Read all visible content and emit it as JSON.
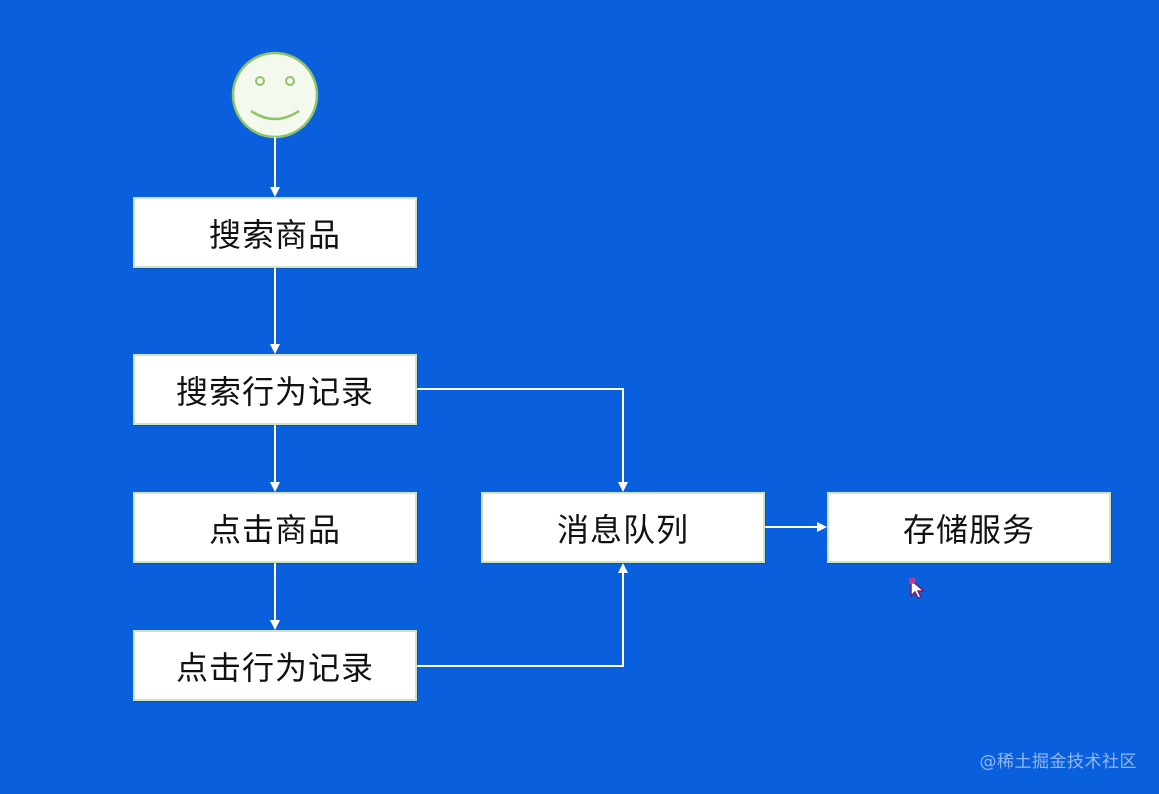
{
  "nodes": {
    "search_product": "搜索商品",
    "search_log": "搜索行为记录",
    "click_product": "点击商品",
    "click_log": "点击行为记录",
    "message_queue": "消息队列",
    "storage_service": "存储服务"
  },
  "start_icon": "smiley-face-icon",
  "watermark": "@稀土掘金技术社区",
  "colors": {
    "background": "#0a5fdc",
    "box_fill": "#ffffff",
    "box_border": "#cfe5c0",
    "connector": "#ffffff",
    "smiley_fill": "#f3f9ec",
    "smiley_stroke": "#8fc36a"
  }
}
